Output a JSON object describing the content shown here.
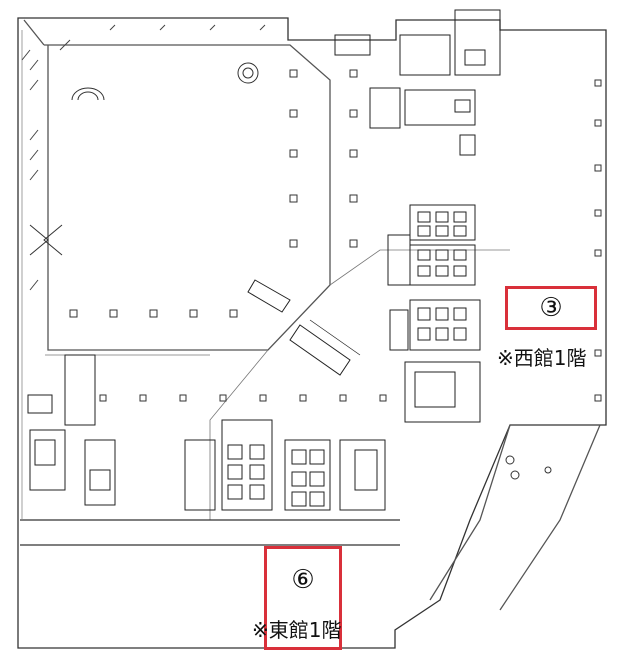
{
  "accent_color": "#d9303a",
  "markers": [
    {
      "id": "west",
      "label": "③",
      "note": "※西館1階"
    },
    {
      "id": "east",
      "label": "⑥",
      "note": "※東館1階"
    }
  ]
}
